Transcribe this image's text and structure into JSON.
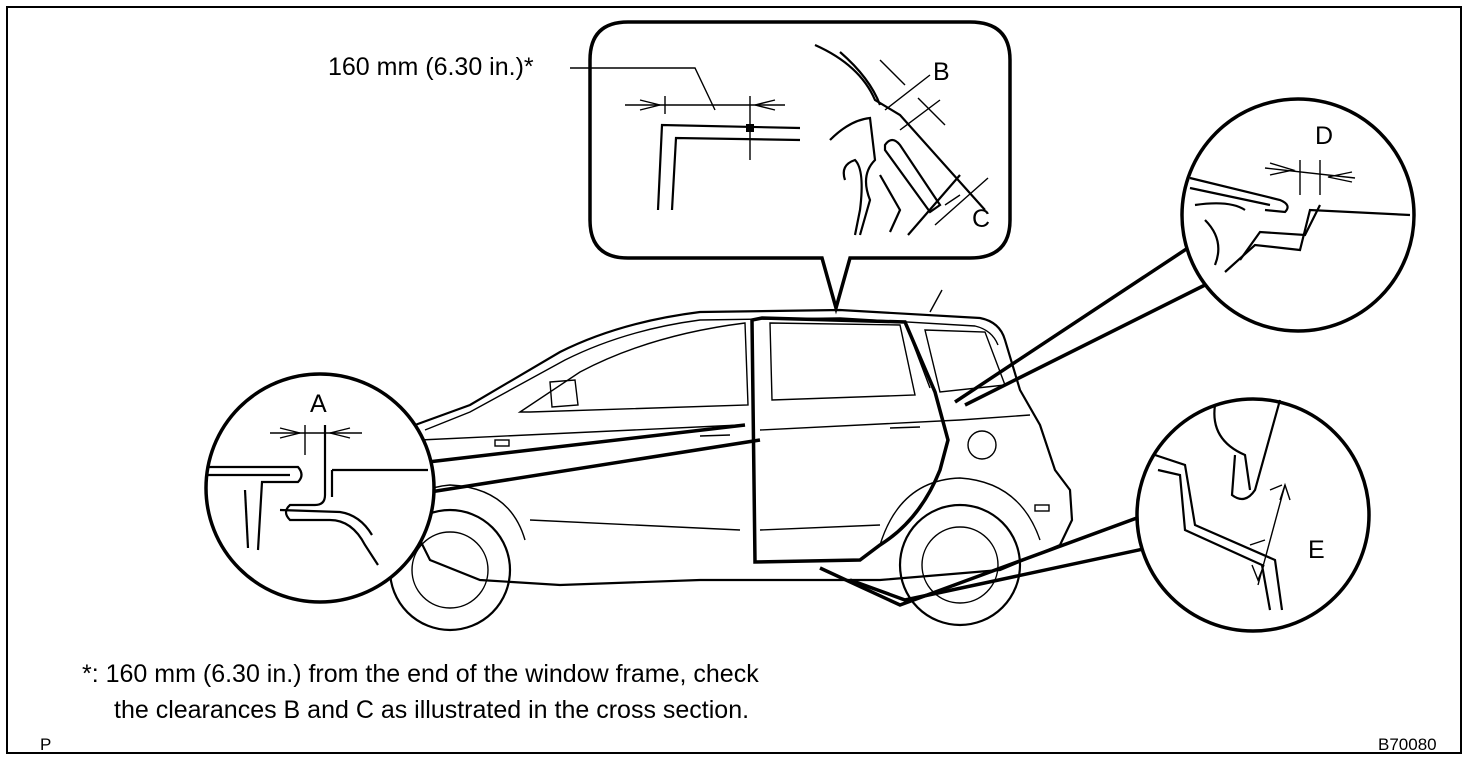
{
  "dimension_label": "160 mm (6.30 in.)*",
  "labels": {
    "a": "A",
    "b": "B",
    "c": "C",
    "d": "D",
    "e": "E"
  },
  "footnote": {
    "line1": "*: 160 mm (6.30 in.) from the end of the window frame, check",
    "line2": "the clearances B and C as illustrated in the cross section."
  },
  "corner_code": "P",
  "figure_code": "B70080",
  "icons": {
    "car": "car-side-view-icon",
    "detail": "magnifier-callout-icon"
  },
  "colors": {
    "ink": "#000000",
    "paper": "#ffffff"
  }
}
